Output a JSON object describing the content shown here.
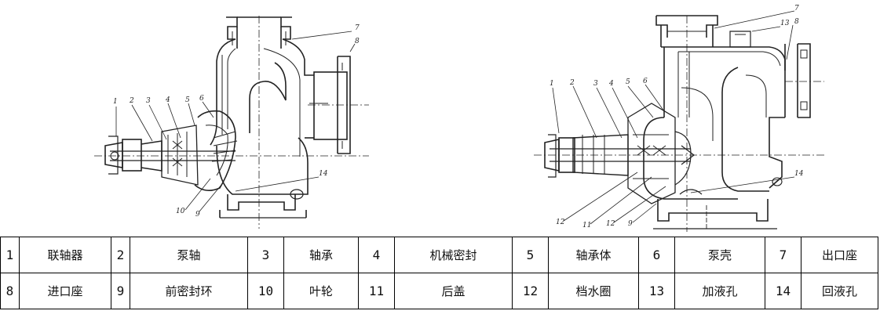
{
  "left_callouts": [
    "1",
    "2",
    "3",
    "4",
    "5",
    "6",
    "7",
    "8",
    "10",
    "9",
    "14"
  ],
  "right_callouts": [
    "1",
    "2",
    "3",
    "4",
    "5",
    "6",
    "7",
    "8",
    "13",
    "14",
    "12",
    "11",
    "12",
    "9"
  ],
  "parts_table": {
    "rows": [
      [
        {
          "num": "1",
          "name": "联轴器"
        },
        {
          "num": "2",
          "name": "泵轴"
        },
        {
          "num": "3",
          "name": "轴承"
        },
        {
          "num": "4",
          "name": "机械密封"
        },
        {
          "num": "5",
          "name": "轴承体"
        },
        {
          "num": "6",
          "name": "泵壳"
        },
        {
          "num": "7",
          "name": "出口座"
        }
      ],
      [
        {
          "num": "8",
          "name": "进口座"
        },
        {
          "num": "9",
          "name": "前密封环"
        },
        {
          "num": "10",
          "name": "叶轮"
        },
        {
          "num": "11",
          "name": "后盖"
        },
        {
          "num": "12",
          "name": "档水圈"
        },
        {
          "num": "13",
          "name": "加液孔"
        },
        {
          "num": "14",
          "name": "回液孔"
        }
      ]
    ]
  }
}
